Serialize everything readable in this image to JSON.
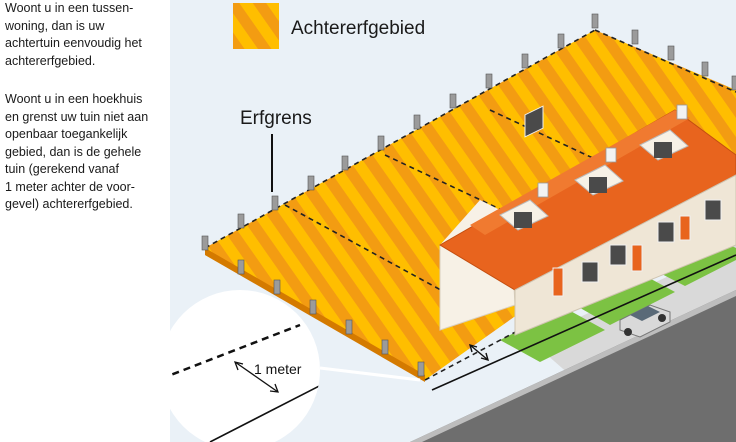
{
  "sidebar": {
    "paragraph_1": "Woont u in een tussen-\nwoning, dan is uw\nachtertuin eenvoudig het\nachtererfgebied.",
    "paragraph_2": "Woont u in een hoekhuis\nen grenst uw tuin niet aan\nopenbaar toegankelijk\ngebied, dan is de gehele\ntuin (gerekend vanaf\n1 meter achter de voor-\ngevel) achtererfgebied."
  },
  "illustration": {
    "legend_label": "Achtererfgebied",
    "boundary_label": "Erfgrens",
    "distance_label": "1 meter"
  },
  "colors": {
    "background": "#eaf1f7",
    "yard_stripe_light": "#ffbe00",
    "yard_stripe_dark": "#f39c12",
    "roof": "#e8641e",
    "wall": "#f7f1e6",
    "grass": "#7cc243",
    "road": "#6e6e6e",
    "sidewalk": "#d9d9d9"
  }
}
